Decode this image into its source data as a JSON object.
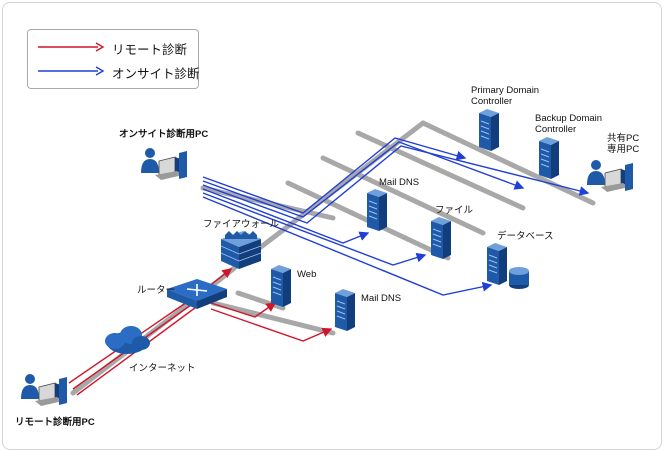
{
  "colors": {
    "remote": "#d0142a",
    "onsite": "#1f3fd6",
    "network": "#a8a8a8",
    "device": "#1e5aa8"
  },
  "legend": [
    {
      "label": "リモート診断",
      "color": "#d0142a",
      "icon": "red-arrow-icon"
    },
    {
      "label": "オンサイト診断",
      "color": "#1f3fd6",
      "icon": "blue-arrow-icon"
    }
  ],
  "nodes": {
    "onsite_pc": "オンサイト診断用PC",
    "primary_dc": "Primary Domain\nController",
    "backup_dc": "Backup Domain\nController",
    "shared_pc": "共有PC\n専用PC",
    "mail_dns_inner": "Mail DNS",
    "file": "ファイル",
    "database": "データベース",
    "firewall": "ファイアウォール",
    "router": "ルーター",
    "web": "Web",
    "mail_dns_dmz": "Mail DNS",
    "internet": "インターネット",
    "remote_pc": "リモート診断用PC"
  }
}
